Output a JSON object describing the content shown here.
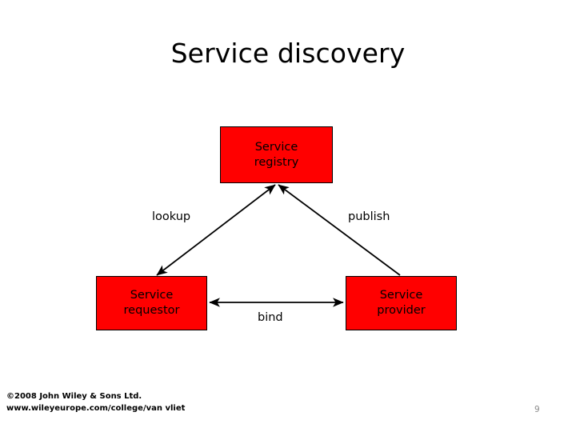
{
  "slide": {
    "title": "Service discovery",
    "page_number": "9",
    "footer": {
      "line1": "©2008 John Wiley & Sons Ltd.",
      "line2": "www.wileyeurope.com/college/van vliet"
    }
  },
  "colors": {
    "node_fill": "#FF0000",
    "node_border": "#000000",
    "text": "#000000",
    "page_number": "#8C8C8C",
    "background": "#FFFFFF"
  },
  "diagram": {
    "type": "service-oriented-architecture-triangle",
    "nodes": [
      {
        "id": "registry",
        "line1": "Service",
        "line2": "registry"
      },
      {
        "id": "requestor",
        "line1": "Service",
        "line2": "requestor"
      },
      {
        "id": "provider",
        "line1": "Service",
        "line2": "provider"
      }
    ],
    "edges": [
      {
        "id": "lookup",
        "label": "lookup",
        "from": "requestor",
        "to": "registry",
        "arrows": "both"
      },
      {
        "id": "publish",
        "label": "publish",
        "from": "provider",
        "to": "registry",
        "arrows": "end"
      },
      {
        "id": "bind",
        "label": "bind",
        "from": "requestor",
        "to": "provider",
        "arrows": "both"
      }
    ]
  }
}
